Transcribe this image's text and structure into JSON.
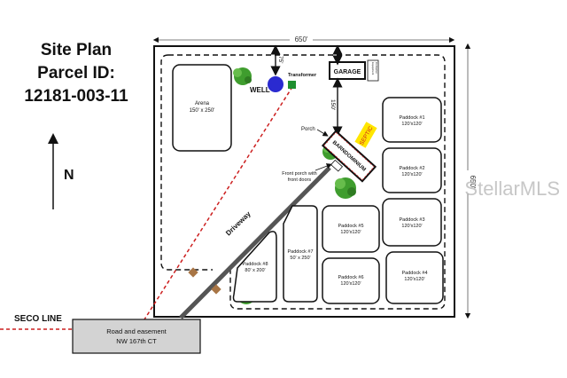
{
  "title": {
    "line1": "Site Plan",
    "line2": "Parcel ID:",
    "line3": "12181-003-11"
  },
  "north_label": "N",
  "dimensions": {
    "top": "650'",
    "right": "650'"
  },
  "labels": {
    "seco_line": "SECO LINE",
    "road_line1": "Road and easement",
    "road_line2": "NW 167th CT",
    "well": "WELL",
    "transformer": "Transformer",
    "garage": "GARAGE",
    "garage_side_line1": "Equipment",
    "garage_side_line2": "Container",
    "dist_75": "75'",
    "dist_150": "150'",
    "septic": "SEPTIC",
    "porch": "Porch",
    "barndominium": "BARNDOMINIUM",
    "front_porch_line1": "Front porch with",
    "front_porch_line2": "front doors",
    "driveway": "Driveway",
    "watermark": "StellarMLS"
  },
  "areas": {
    "arena": {
      "name": "Arena",
      "size": "150' x 250'"
    },
    "paddock1": {
      "name": "Paddock #1",
      "size": "120'x120'"
    },
    "paddock2": {
      "name": "Paddock #2",
      "size": "120'x120'"
    },
    "paddock3": {
      "name": "Paddock #3",
      "size": "120'x120'"
    },
    "paddock4": {
      "name": "Paddock #4",
      "size": "120'x120'"
    },
    "paddock5": {
      "name": "Paddock #5",
      "size": "120'x120'"
    },
    "paddock6": {
      "name": "Paddock #6",
      "size": "120'x120'"
    },
    "paddock7": {
      "name": "Paddock #7",
      "size": "50' x 250'"
    },
    "paddock8": {
      "name": "Paddock #8",
      "size": "80' x 200'"
    }
  },
  "colors": {
    "seco_line": "#cc1f1f",
    "well": "#2a2ad0",
    "transformer": "#1f8f2f",
    "septic": "#ffe600",
    "driveway": "#555555",
    "road": "#d3d3d3",
    "tree": "#3f9d2e",
    "gate": "#a87545"
  }
}
